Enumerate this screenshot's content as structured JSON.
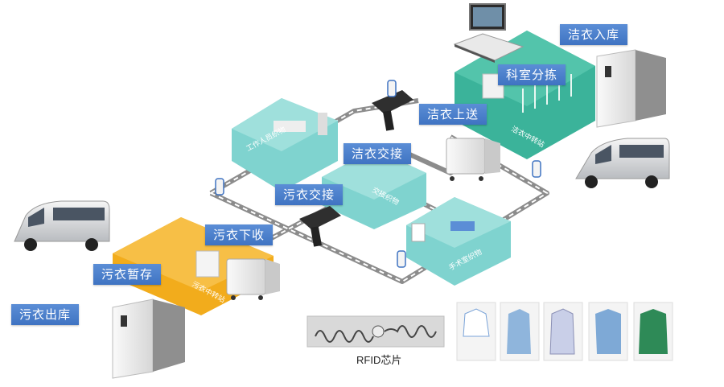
{
  "labels": {
    "clean_storage": "洁衣入库",
    "dept_sorting": "科室分拣",
    "clean_delivery": "洁衣上送",
    "clean_handover": "洁衣交接",
    "dirty_handover": "污衣交接",
    "dirty_collect": "污衣下收",
    "dirty_temp": "污衣暂存",
    "dirty_out": "污衣出库"
  },
  "zones": {
    "staff_entry": "工作人员织物",
    "surgery_room": "手术室织物",
    "clean_station": "洁衣中转站",
    "dirty_station": "污衣中转站",
    "handover_room": "交接织物"
  },
  "rfid_caption": "RFID芯片",
  "colors": {
    "label_blue": "#4a7fcc",
    "clean_zone": "#3bb39a",
    "teal_room": "#7fd3cf",
    "dirty_zone": "#f2ac1c",
    "track": "#8a8a8a"
  }
}
